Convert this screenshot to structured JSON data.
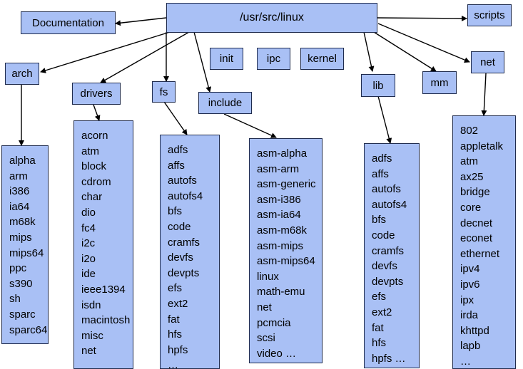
{
  "root": "/usr/src/linux",
  "top_level": {
    "documentation": "Documentation",
    "scripts": "scripts",
    "init": "init",
    "ipc": "ipc",
    "kernel": "kernel",
    "arch": "arch",
    "drivers": "drivers",
    "fs": "fs",
    "include": "include",
    "lib": "lib",
    "mm": "mm",
    "net": "net"
  },
  "lists": {
    "arch": [
      "alpha",
      "arm",
      "i386",
      "ia64",
      "m68k",
      "mips",
      "mips64",
      "ppc",
      "s390",
      "sh",
      "sparc",
      "sparc64"
    ],
    "drivers": [
      "acorn",
      "atm",
      "block",
      "cdrom",
      "char",
      "dio",
      "fc4",
      "i2c",
      "i2o",
      "ide",
      "ieee1394",
      "isdn",
      "macintosh",
      "misc",
      "net",
      "…"
    ],
    "fs": [
      "adfs",
      "affs",
      "autofs",
      "autofs4",
      "bfs",
      "code",
      "cramfs",
      "devfs",
      "devpts",
      "efs",
      "ext2",
      "fat",
      "hfs",
      "hpfs",
      "…"
    ],
    "include": [
      "asm-alpha",
      "asm-arm",
      "asm-generic",
      "asm-i386",
      "asm-ia64",
      "asm-m68k",
      "asm-mips",
      "asm-mips64",
      "linux",
      "math-emu",
      "net",
      "pcmcia",
      "scsi",
      "video …"
    ],
    "lib": [
      "adfs",
      "affs",
      "autofs",
      "autofs4",
      "bfs",
      "code",
      "cramfs",
      "devfs",
      "devpts",
      "efs",
      "ext2",
      "fat",
      "hfs",
      "hpfs …"
    ],
    "net": [
      "802",
      "appletalk",
      "atm",
      "ax25",
      "bridge",
      "core",
      "decnet",
      "econet",
      "ethernet",
      "ipv4",
      "ipv6",
      "ipx",
      "irda",
      "khttpd",
      "lapb",
      "…"
    ]
  }
}
